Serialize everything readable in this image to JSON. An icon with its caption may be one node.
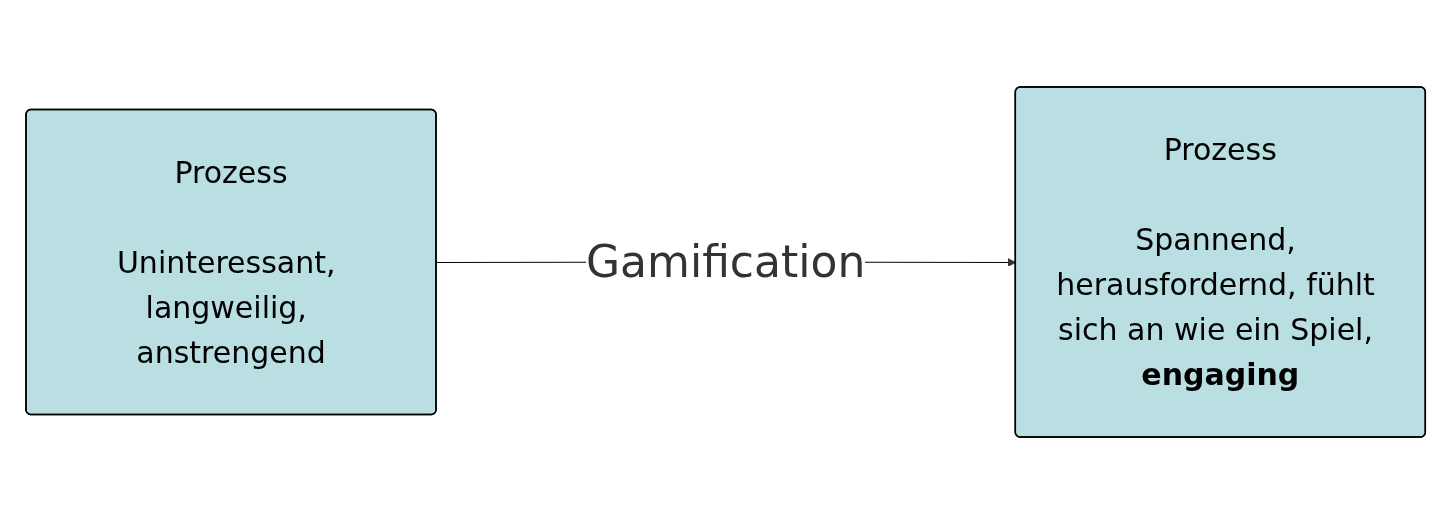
{
  "diagram": {
    "nodes": [
      {
        "text": [
          "Prozess",
          "Uninteressant, langweilig, anstrengend"
        ]
      },
      {
        "text": [
          "Prozess",
          "Spannend, herausfordernd, fühlt sich an wie ein Spiel, **engaging**"
        ]
      }
    ],
    "edges": [
      {
        "from": 0,
        "to": 1,
        "label": "Gamification",
        "arrow": "to"
      }
    ]
  }
}
